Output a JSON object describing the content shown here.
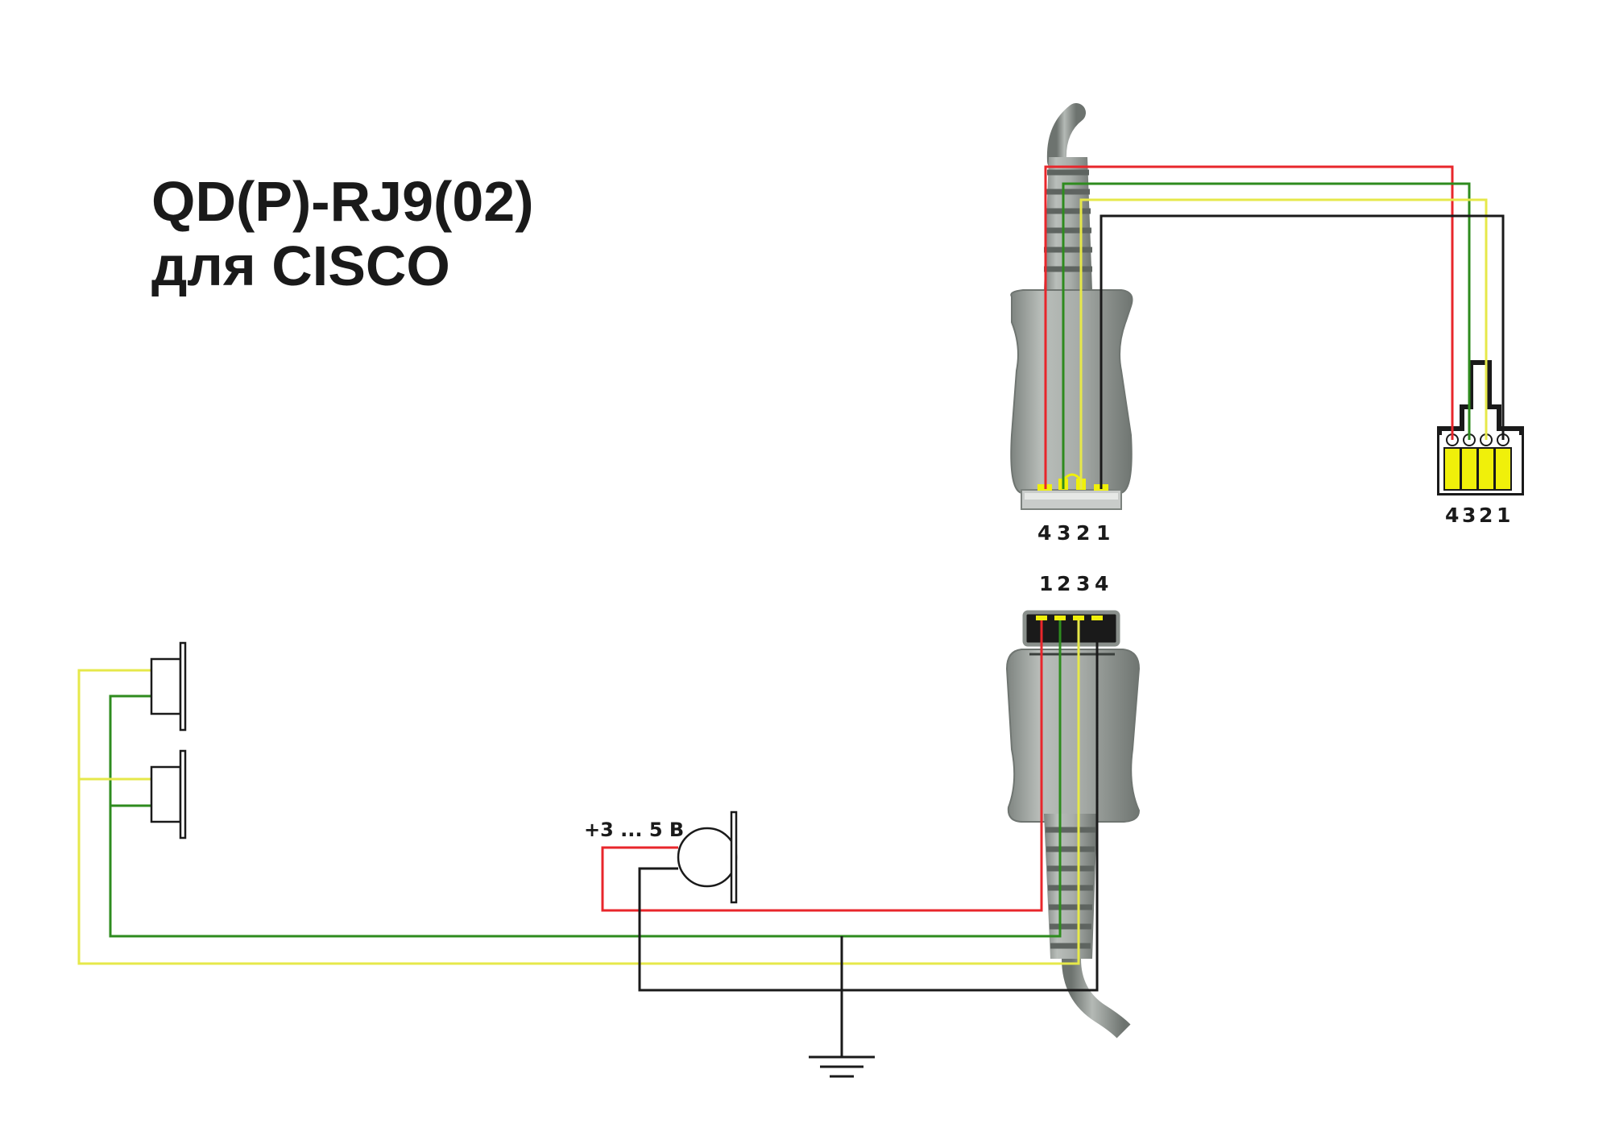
{
  "title": {
    "line1": "QD(P)-RJ9(02)",
    "line2": "для CISCO"
  },
  "labels": {
    "qd_top_pins": [
      "4",
      "3",
      "2",
      "1"
    ],
    "qd_bottom_pins": [
      "1",
      "2",
      "3",
      "4"
    ],
    "rj9_pins": [
      "4",
      "3",
      "2",
      "1"
    ],
    "mic_voltage": "+3 ... 5 В"
  },
  "colors": {
    "red": "#e8262b",
    "green": "#2e8b1e",
    "yellow": "#e6e84a",
    "black": "#1a1a1a",
    "connector_body": "#9da39e",
    "contact_yellow": "#f0f00a"
  }
}
